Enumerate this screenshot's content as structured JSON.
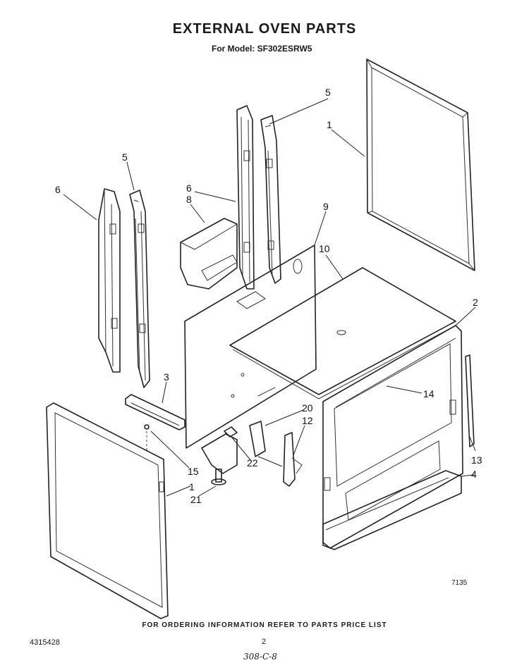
{
  "header": {
    "title": "EXTERNAL OVEN PARTS",
    "model": "For Model: SF302ESRW5"
  },
  "footer": {
    "ordering_note": "FOR ORDERING INFORMATION REFER TO PARTS PRICE LIST",
    "doc_number": "4315428",
    "page_number": "2",
    "handwritten_note": "308-C-8",
    "figure_number": "7135"
  },
  "callouts": [
    {
      "id": "l5a",
      "text": "5"
    },
    {
      "id": "l1a",
      "text": "1"
    },
    {
      "id": "l5b",
      "text": "5"
    },
    {
      "id": "l6a",
      "text": "6"
    },
    {
      "id": "l6b",
      "text": "6"
    },
    {
      "id": "l8",
      "text": "8"
    },
    {
      "id": "l9",
      "text": "9"
    },
    {
      "id": "l10",
      "text": "10"
    },
    {
      "id": "l2",
      "text": "2"
    },
    {
      "id": "l3",
      "text": "3"
    },
    {
      "id": "l14",
      "text": "14"
    },
    {
      "id": "l20",
      "text": "20"
    },
    {
      "id": "l12",
      "text": "12"
    },
    {
      "id": "l13",
      "text": "13"
    },
    {
      "id": "l4",
      "text": "4"
    },
    {
      "id": "l15",
      "text": "15"
    },
    {
      "id": "l22",
      "text": "22"
    },
    {
      "id": "l1b",
      "text": "1"
    },
    {
      "id": "l21",
      "text": "21"
    }
  ]
}
